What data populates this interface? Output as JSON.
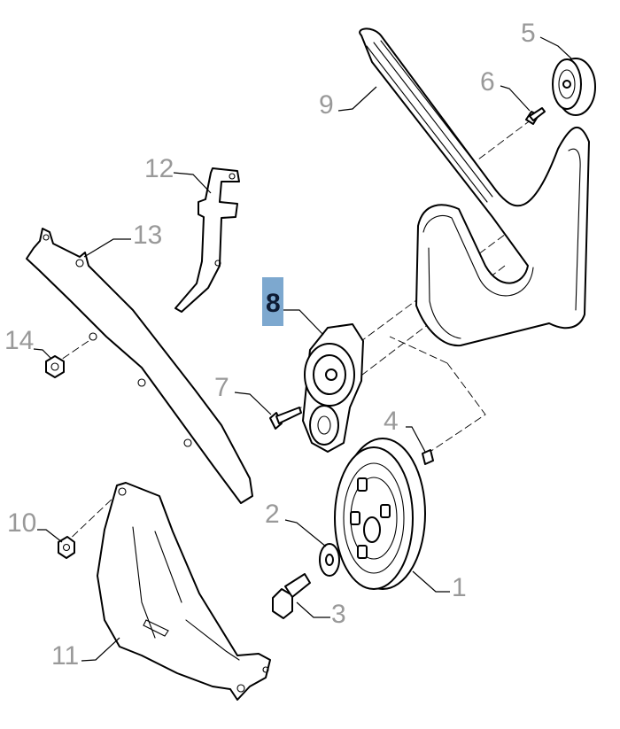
{
  "diagram": {
    "highlight_color": "#7da8cf",
    "label_color": "#999999",
    "highlighted_part": "8",
    "parts": [
      {
        "id": "p1",
        "number": "1"
      },
      {
        "id": "p2",
        "number": "2"
      },
      {
        "id": "p3",
        "number": "3"
      },
      {
        "id": "p4",
        "number": "4"
      },
      {
        "id": "p5",
        "number": "5"
      },
      {
        "id": "p6",
        "number": "6"
      },
      {
        "id": "p7",
        "number": "7"
      },
      {
        "id": "p8",
        "number": "8"
      },
      {
        "id": "p9",
        "number": "9"
      },
      {
        "id": "p10",
        "number": "10"
      },
      {
        "id": "p11",
        "number": "11"
      },
      {
        "id": "p12",
        "number": "12"
      },
      {
        "id": "p13",
        "number": "13"
      },
      {
        "id": "p14",
        "number": "14"
      }
    ]
  }
}
